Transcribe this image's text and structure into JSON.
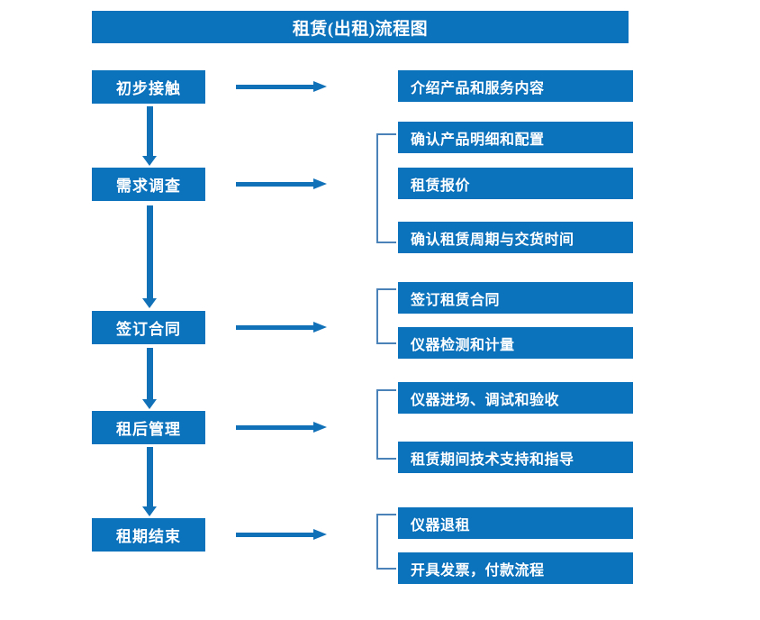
{
  "title": "租赁(出租)流程图",
  "colors": {
    "box_blue": "#0B72BC",
    "arrow_blue": "#1171B8",
    "bracket_blue": "#4A82B8",
    "text_white": "#FFFFFF",
    "background": "#FFFFFF"
  },
  "stages": [
    {
      "label": "初步接触"
    },
    {
      "label": "需求调查"
    },
    {
      "label": "签订合同"
    },
    {
      "label": "租后管理"
    },
    {
      "label": "租期结束"
    }
  ],
  "details": {
    "group1": [
      {
        "label": "介绍产品和服务内容"
      }
    ],
    "group2": [
      {
        "label": "确认产品明细和配置"
      },
      {
        "label": "租赁报价"
      },
      {
        "label": "确认租赁周期与交货时间"
      }
    ],
    "group3": [
      {
        "label": "签订租赁合同"
      },
      {
        "label": "仪器检测和计量"
      }
    ],
    "group4": [
      {
        "label": "仪器进场、调试和验收"
      },
      {
        "label": "租赁期间技术支持和指导"
      }
    ],
    "group5": [
      {
        "label": "仪器退租"
      },
      {
        "label": "开具发票，付款流程"
      }
    ]
  }
}
